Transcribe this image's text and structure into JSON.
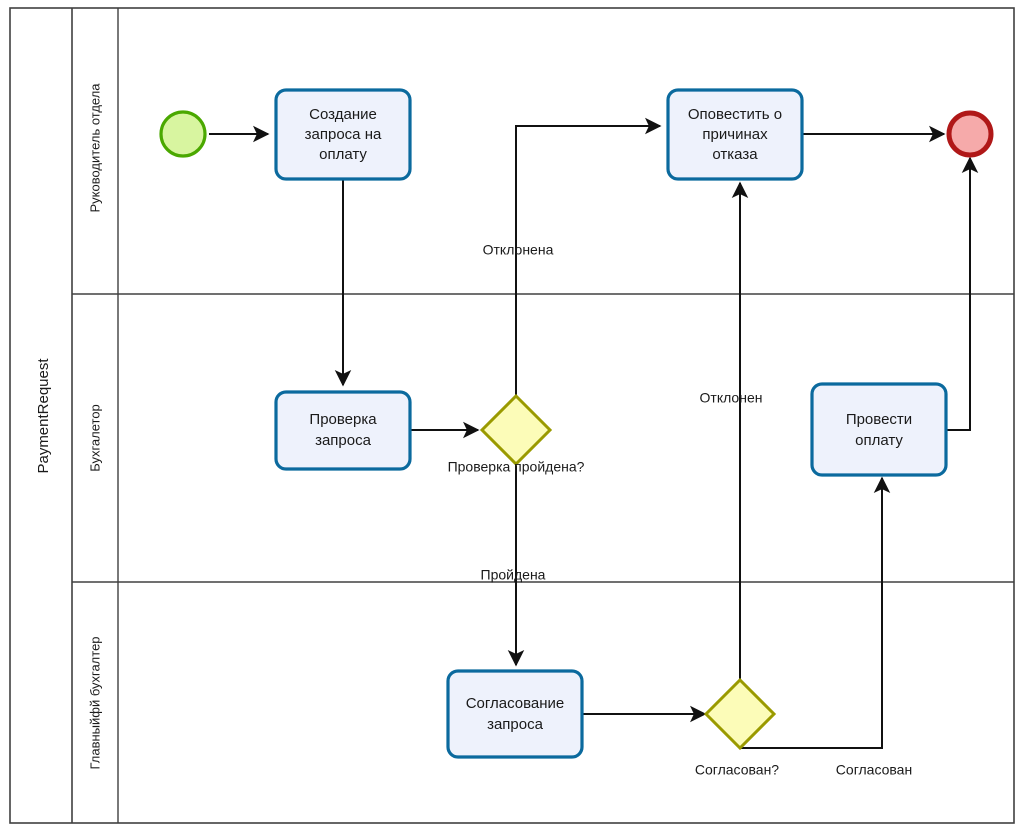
{
  "diagram": {
    "type": "bpmn-process-diagram",
    "pool": {
      "label": "PaymentRequest"
    },
    "lanes": [
      {
        "id": "lane-head",
        "label": "Руководитель отдела"
      },
      {
        "id": "lane-accountant",
        "label": "Бухгалетор"
      },
      {
        "id": "lane-chief-accountant",
        "label": "Главныйфй бухгалтер"
      }
    ],
    "events": [
      {
        "id": "start-event",
        "type": "start",
        "label": "",
        "fill": "#d8f5a0",
        "stroke": "#4aa800"
      },
      {
        "id": "end-event",
        "type": "end",
        "label": "",
        "fill": "#f6aaaa",
        "stroke": "#b01818"
      }
    ],
    "tasks": [
      {
        "id": "task-create-request",
        "lane": "lane-head",
        "lines": [
          "Создание",
          "запроса на",
          "оплату"
        ]
      },
      {
        "id": "task-notify-rejection",
        "lane": "lane-head",
        "lines": [
          "Оповестить о",
          "причинах",
          "отказа"
        ]
      },
      {
        "id": "task-check-request",
        "lane": "lane-accountant",
        "lines": [
          "Проверка",
          "запроса"
        ]
      },
      {
        "id": "task-make-payment",
        "lane": "lane-accountant",
        "lines": [
          "Провести",
          "оплату"
        ]
      },
      {
        "id": "task-approve-request",
        "lane": "lane-chief-accountant",
        "lines": [
          "Согласование",
          "запроса"
        ]
      }
    ],
    "gateways": [
      {
        "id": "gateway-check-passed",
        "lane": "lane-accountant",
        "label": "Проверка пройдена?",
        "fill": "#fcfcb8",
        "stroke": "#9a9a00"
      },
      {
        "id": "gateway-approved",
        "lane": "lane-chief-accountant",
        "label": "Согласован?",
        "fill": "#fcfcb8",
        "stroke": "#9a9a00"
      }
    ],
    "flow_labels": [
      {
        "id": "flow-label-rejected-f",
        "text": "Отклонена"
      },
      {
        "id": "flow-label-passed",
        "text": "Пройдена"
      },
      {
        "id": "flow-label-rejected-m",
        "text": "Отклонен"
      },
      {
        "id": "flow-label-approved",
        "text": "Согласован"
      }
    ],
    "colors": {
      "task_fill": "#eef2fc",
      "task_stroke": "#0b6a9e",
      "gateway_fill": "#fcfcb8",
      "gateway_stroke": "#9a9a00",
      "start_fill": "#d8f5a0",
      "start_stroke": "#4aa800",
      "end_fill": "#f6aaaa",
      "end_stroke": "#b01818",
      "flow_stroke": "#111111",
      "pool_stroke": "#404040",
      "background": "#ffffff"
    }
  }
}
